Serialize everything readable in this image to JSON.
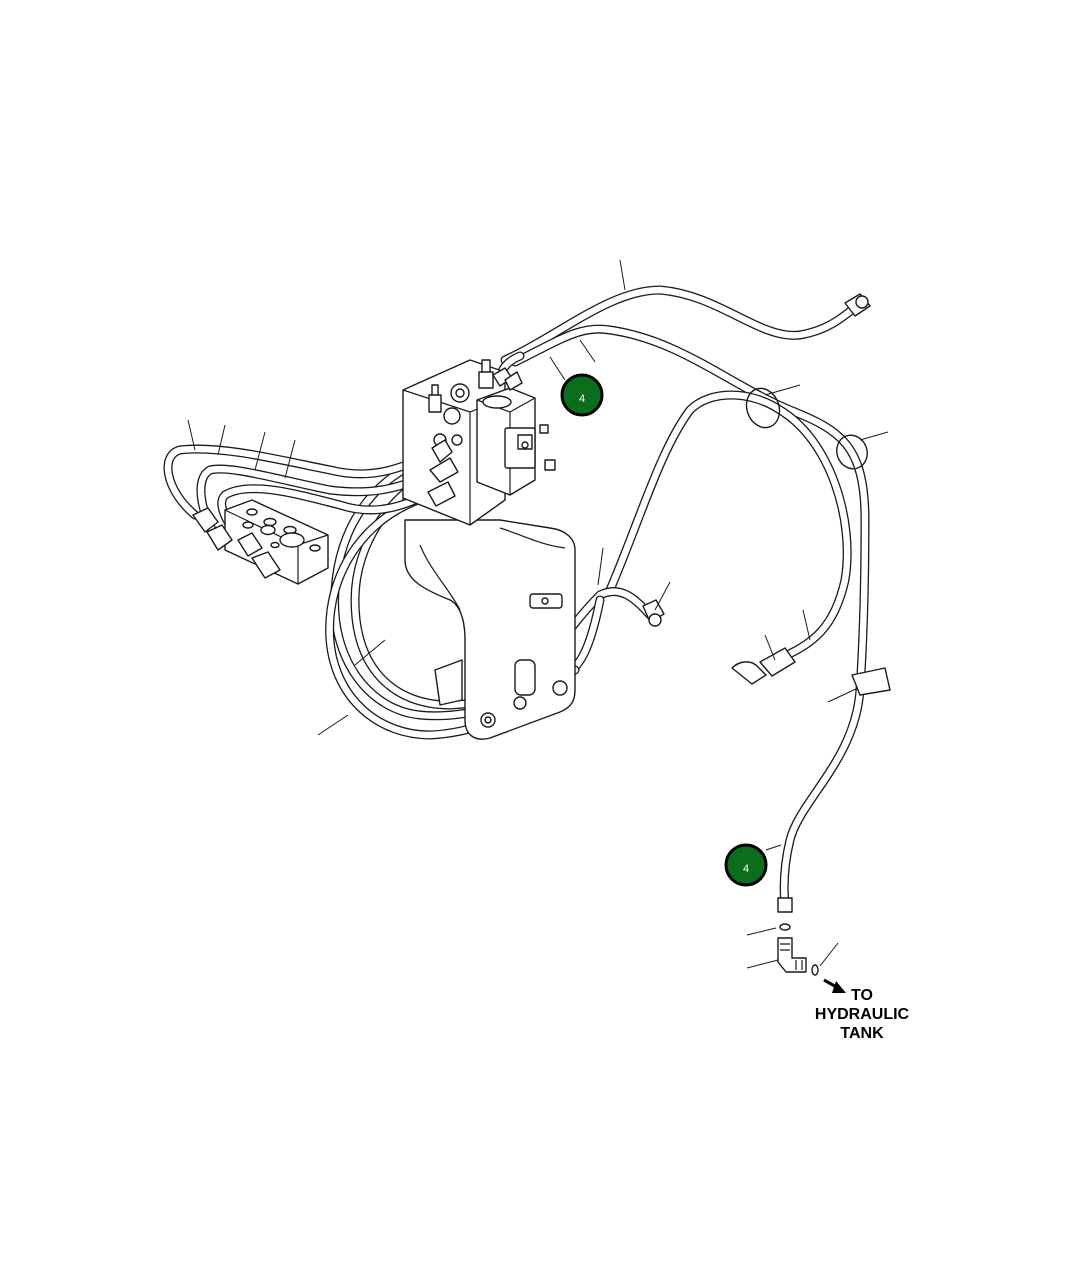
{
  "callouts": [
    {
      "id": "callout-a",
      "label": "4"
    },
    {
      "id": "callout-b",
      "label": "4"
    }
  ],
  "destination": {
    "lines": [
      "TO",
      "HYDRAULIC",
      "TANK"
    ]
  },
  "colors": {
    "callout_fill": "#0b6e1c",
    "callout_ring": "#000000",
    "line": "#1a1a1a",
    "background": "#ffffff"
  }
}
